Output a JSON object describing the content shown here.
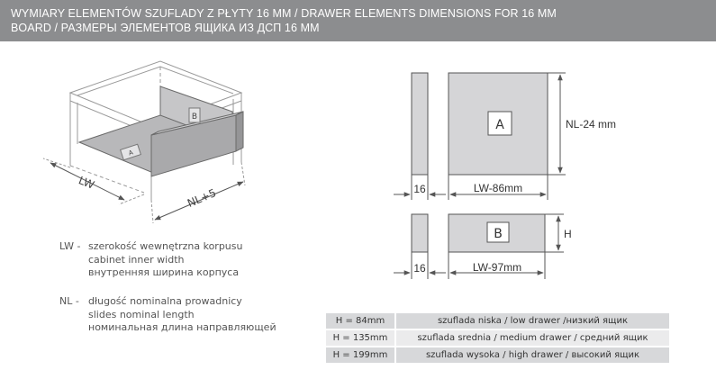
{
  "header": {
    "line1": "WYMIARY ELEMENTÓW SZUFLADY Z PŁYTY 16 MM / DRAWER ELEMENTS DIMENSIONS FOR 16 MM",
    "line2": "BOARD / РАЗМЕРЫ ЭЛЕМЕНТОВ ЯЩИКА ИЗ ДСП 16 ММ"
  },
  "drawing": {
    "lw_label": "LW",
    "nl_label": "NL+5",
    "panel_b": "B",
    "panel_a": "A"
  },
  "elevation": {
    "panel_a_label": "A",
    "panel_b_label": "B",
    "side_thickness_top": "16",
    "side_thickness_bottom": "16",
    "a_width": "LW-86mm",
    "a_height": "NL-24 mm",
    "b_width": "LW-97mm",
    "b_height": "H"
  },
  "legend": {
    "lw": {
      "key": "LW -",
      "pl": "szerokość wewnętrzna korpusu",
      "en": "cabinet inner width",
      "ru": "внутренняя ширина корпуса"
    },
    "nl": {
      "key": "NL -",
      "pl": "długość nominalna prowadnicy",
      "en": "slides nominal length",
      "ru": "номинальная длина направляющей"
    }
  },
  "heights": [
    {
      "h": "H = 84mm",
      "desc": "szuflada niska / low drawer /низкий ящик"
    },
    {
      "h": "H = 135mm",
      "desc": "szuflada srednia / medium drawer / средний ящик"
    },
    {
      "h": "H = 199mm",
      "desc": "szuflada wysoka / high drawer / высокий ящик"
    }
  ],
  "colors": {
    "header_bg": "#8c8d8f",
    "panel_fill": "#d5d5d7",
    "line": "#555555"
  }
}
